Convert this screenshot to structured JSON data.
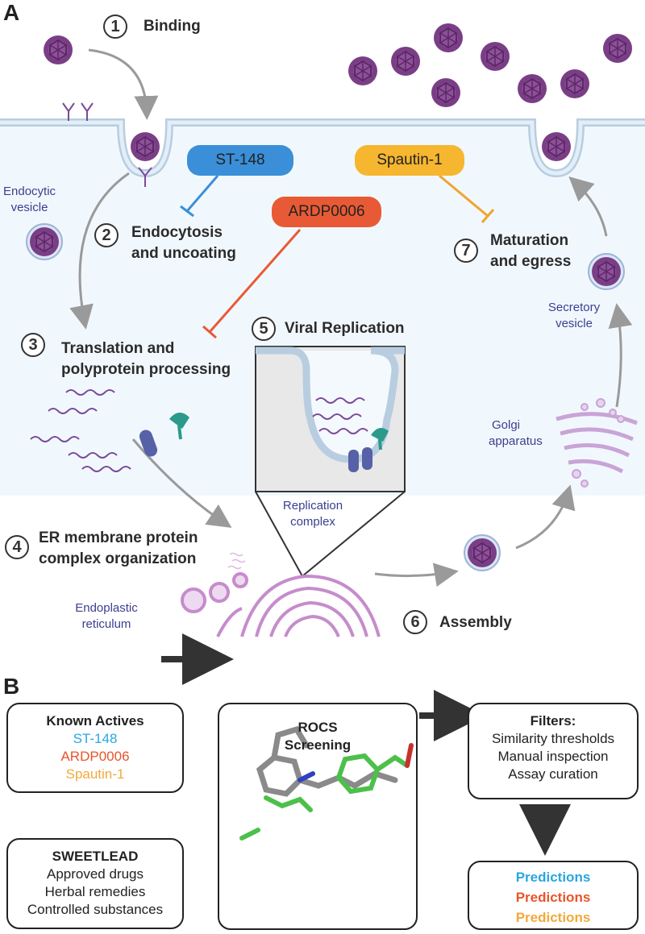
{
  "panel_a": {
    "letter": "A",
    "steps": [
      {
        "num": "1",
        "label": "Binding"
      },
      {
        "num": "2",
        "label_l1": "Endocytosis",
        "label_l2": "and uncoating"
      },
      {
        "num": "3",
        "label_l1": "Translation and",
        "label_l2": "polyprotein processing"
      },
      {
        "num": "4",
        "label_l1": "ER membrane protein",
        "label_l2": "complex organization"
      },
      {
        "num": "5",
        "label": "Viral Replication"
      },
      {
        "num": "6",
        "label": "Assembly"
      },
      {
        "num": "7",
        "label_l1": "Maturation",
        "label_l2": "and egress"
      }
    ],
    "organelles": {
      "endocytic_l1": "Endocytic",
      "endocytic_l2": "vesicle",
      "secretory_l1": "Secretory",
      "secretory_l2": "vesicle",
      "golgi_l1": "Golgi",
      "golgi_l2": "apparatus",
      "replication_l1": "Replication",
      "replication_l2": "complex",
      "er_l1": "Endoplastic",
      "er_l2": "reticulum"
    },
    "inhibitors": [
      {
        "name": "ST-148",
        "color": "#3a8fd8"
      },
      {
        "name": "ARDP0006",
        "color": "#e85a35"
      },
      {
        "name": "Spautin-1",
        "color": "#f6b62f"
      }
    ]
  },
  "panel_b": {
    "letter": "B",
    "known_actives": {
      "title": "Known Actives",
      "items": [
        "ST-148",
        "ARDP0006",
        "Spautin-1"
      ],
      "colors": [
        "#2aa6e0",
        "#e9542b",
        "#f2a93b"
      ]
    },
    "sweetlead": {
      "title": "SWEETLEAD",
      "items": [
        "Approved drugs",
        "Herbal remedies",
        "Controlled substances"
      ]
    },
    "rocs": {
      "title_l1": "ROCS",
      "title_l2": "Screening"
    },
    "filters": {
      "title": "Filters:",
      "items": [
        "Similarity thresholds",
        "Manual inspection",
        "Assay curation"
      ]
    },
    "predictions": {
      "items": [
        "Predictions",
        "Predictions",
        "Predictions"
      ],
      "colors": [
        "#2aa6e0",
        "#e9542b",
        "#f2a93b"
      ]
    }
  }
}
